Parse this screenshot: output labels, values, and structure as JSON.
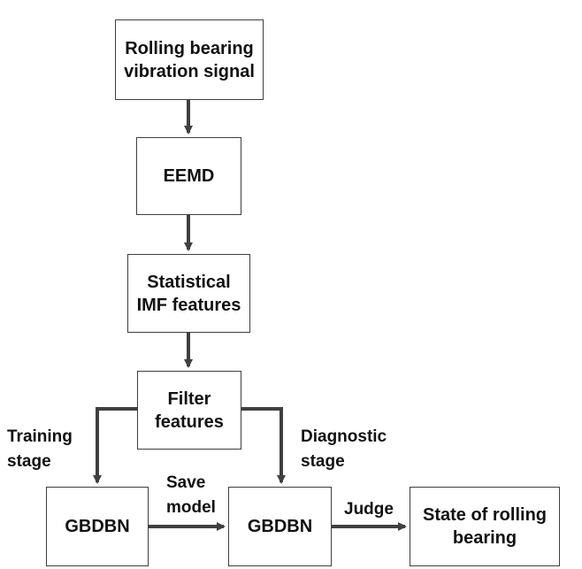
{
  "diagram": {
    "nodes": {
      "signal": "Rolling bearing\nvibration signal",
      "eemd": "EEMD",
      "imf": "Statistical\nIMF features",
      "filter": "Filter\nfeatures",
      "gbdbn_train": "GBDBN",
      "gbdbn_diag": "GBDBN",
      "state": "State of rolling\nbearing"
    },
    "labels": {
      "training": "Training\nstage",
      "diagnostic": "Diagnostic\nstage",
      "save": "Save\nmodel",
      "judge": "Judge"
    },
    "colors": {
      "line": "#404040",
      "border": "#3f3f3f",
      "text": "#111111"
    }
  }
}
